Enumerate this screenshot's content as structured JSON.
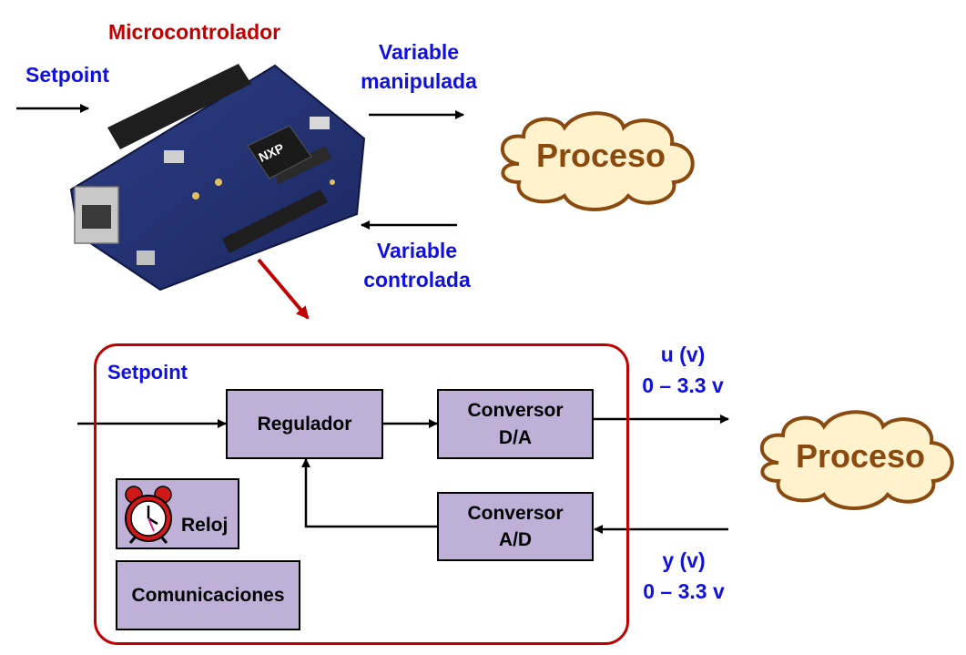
{
  "top": {
    "microcontroller_label": "Microcontrolador",
    "setpoint_label": "Setpoint",
    "manipulated_label": [
      "Variable",
      "manipulada"
    ],
    "controlled_label": [
      "Variable",
      "controlada"
    ],
    "board_chip_text": "NXP",
    "process_label": "Proceso"
  },
  "bottom": {
    "setpoint_label": "Setpoint",
    "regulator_label": "Regulador",
    "da_converter_label": [
      "Conversor",
      "D/A"
    ],
    "ad_converter_label": [
      "Conversor",
      "A/D"
    ],
    "clock_label": "Reloj",
    "comms_label": "Comunicaciones",
    "u_label": [
      "u (v)",
      "0 – 3.3 v"
    ],
    "y_label": [
      "y (v)",
      "0 – 3.3 v"
    ],
    "process_label": "Proceso"
  },
  "colors": {
    "blue_text": "#1010e0",
    "red_accent": "#c00000",
    "block_fill": "#bfb0d8",
    "cloud_fill": "#fff2cc",
    "cloud_stroke": "#8a4a0f"
  }
}
